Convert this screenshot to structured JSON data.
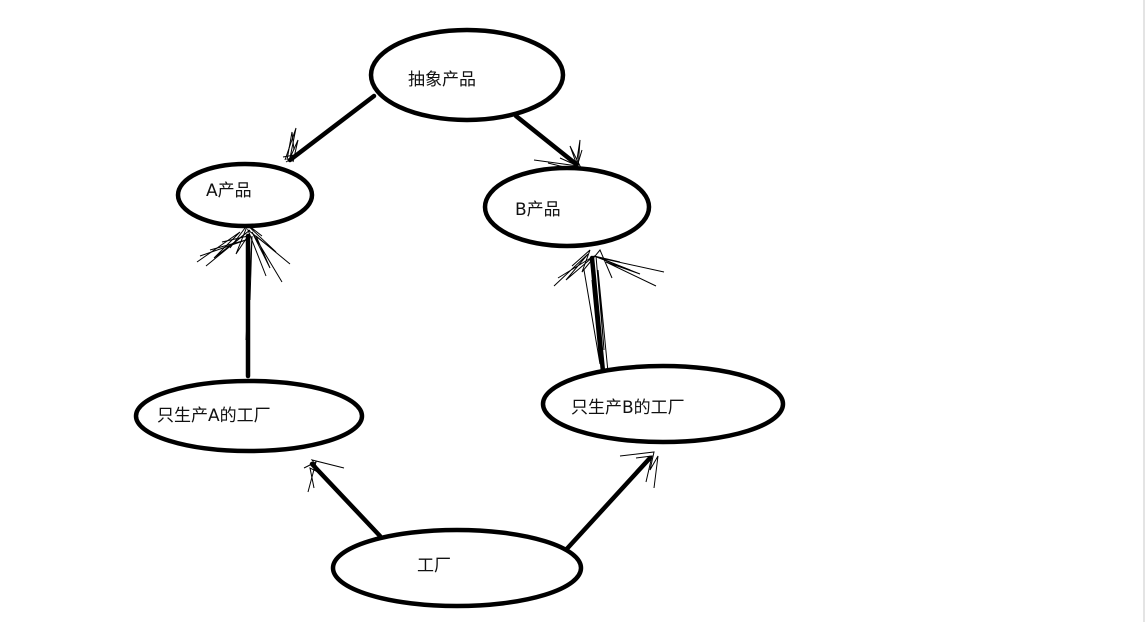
{
  "diagram": {
    "nodes": [
      {
        "id": "abstract-product",
        "label": "抽象产品"
      },
      {
        "id": "product-a",
        "label": "A产品"
      },
      {
        "id": "product-b",
        "label": "B产品"
      },
      {
        "id": "factory-a",
        "label": "只生产A的工厂"
      },
      {
        "id": "factory-b",
        "label": "只生产B的工厂"
      },
      {
        "id": "factory",
        "label": "工厂"
      }
    ],
    "edges": [
      {
        "from": "abstract-product",
        "to": "product-a"
      },
      {
        "from": "abstract-product",
        "to": "product-b"
      },
      {
        "from": "factory-a",
        "to": "product-a"
      },
      {
        "from": "factory-b",
        "to": "product-b"
      },
      {
        "from": "factory",
        "to": "factory-a"
      },
      {
        "from": "factory",
        "to": "factory-b"
      }
    ]
  }
}
